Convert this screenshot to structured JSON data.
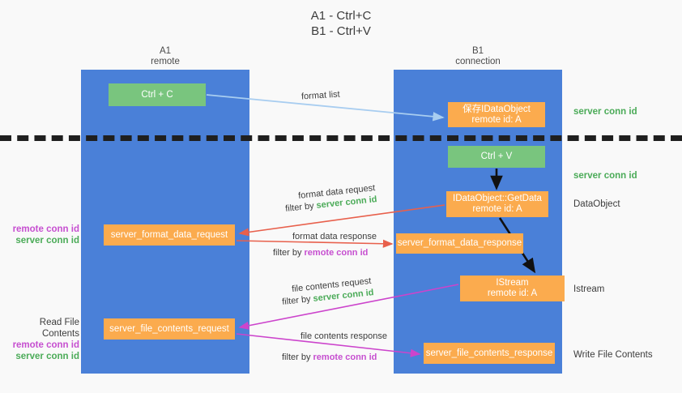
{
  "title": {
    "line1": "A1 - Ctrl+C",
    "line2": "B1 - Ctrl+V"
  },
  "lanes": [
    {
      "id": "A1",
      "name": "A1",
      "subtitle": "remote"
    },
    {
      "id": "B1",
      "name": "B1",
      "subtitle": "connection"
    }
  ],
  "boxes": {
    "ctrl_c": {
      "label": "Ctrl + C",
      "color": "#79c57e"
    },
    "save_idataobject": {
      "line1": "保存IDataObject",
      "line2": "remote id: A",
      "color": "#fbab4e"
    },
    "ctrl_v": {
      "label": "Ctrl + V",
      "color": "#79c57e"
    },
    "getdata": {
      "line1": "IDataObject::GetData",
      "line2": "remote id: A",
      "color": "#fbab4e"
    },
    "format_data_request": {
      "label": "server_format_data_request",
      "color": "#fbab4e"
    },
    "format_data_response": {
      "label": "server_format_data_response",
      "color": "#fbab4e"
    },
    "istream": {
      "line1": "IStream",
      "line2": "remote id: A",
      "color": "#fbab4e"
    },
    "file_contents_request": {
      "label": "server_file_contents_request",
      "color": "#fbab4e"
    },
    "file_contents_response": {
      "label": "server_file_contents_response",
      "color": "#fbab4e"
    }
  },
  "edges": {
    "format_list": {
      "label": "format list"
    },
    "format_data_request": {
      "label": "format data request",
      "filter_prefix": "filter by ",
      "filter_key": "server conn id"
    },
    "format_data_response": {
      "label": "format data response",
      "filter_prefix": "filter by ",
      "filter_key": "remote conn id"
    },
    "file_contents_request": {
      "label": "file contents request",
      "filter_prefix": "filter by ",
      "filter_key": "server conn id"
    },
    "file_contents_response": {
      "label": "file contents response",
      "filter_prefix": "filter by ",
      "filter_key": "remote conn id"
    }
  },
  "side_labels": {
    "right_server_conn_id_1": "server conn id",
    "right_server_conn_id_2": "server conn id",
    "dataobject": "DataObject",
    "istream": "Istream",
    "write_file_contents": "Write File Contents",
    "read_file_contents": "Read File Contents",
    "remote_conn_id": "remote conn id",
    "server_conn_id": "server conn id"
  },
  "colors": {
    "lane_blue": "#4a80d8",
    "box_green": "#79c57e",
    "box_orange": "#fbab4e",
    "conn_green": "#4bab58",
    "conn_magenta": "#c64fd0",
    "arrow_red": "#e8604c",
    "arrow_magenta": "#cc44cc",
    "arrow_lightblue": "#a8cdf0",
    "arrow_black": "#111111",
    "background": "#f9f9f9"
  }
}
